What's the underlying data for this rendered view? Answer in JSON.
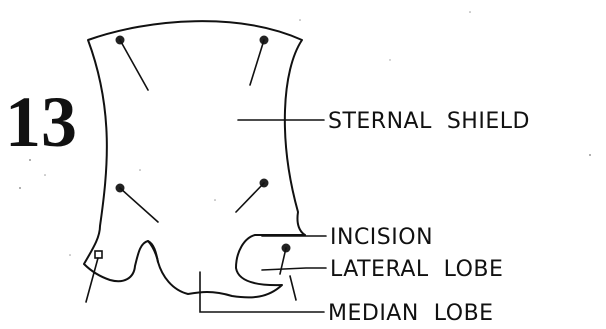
{
  "figure": {
    "number": "13",
    "labels": {
      "sternal_shield": "STERNAL  SHIELD",
      "incision": "INCISION",
      "lateral_lobe": "LATERAL  LOBE",
      "median_lobe": "MEDIAN  LOBE"
    }
  },
  "colors": {
    "ink": "#111111",
    "paper": "#ffffff"
  }
}
